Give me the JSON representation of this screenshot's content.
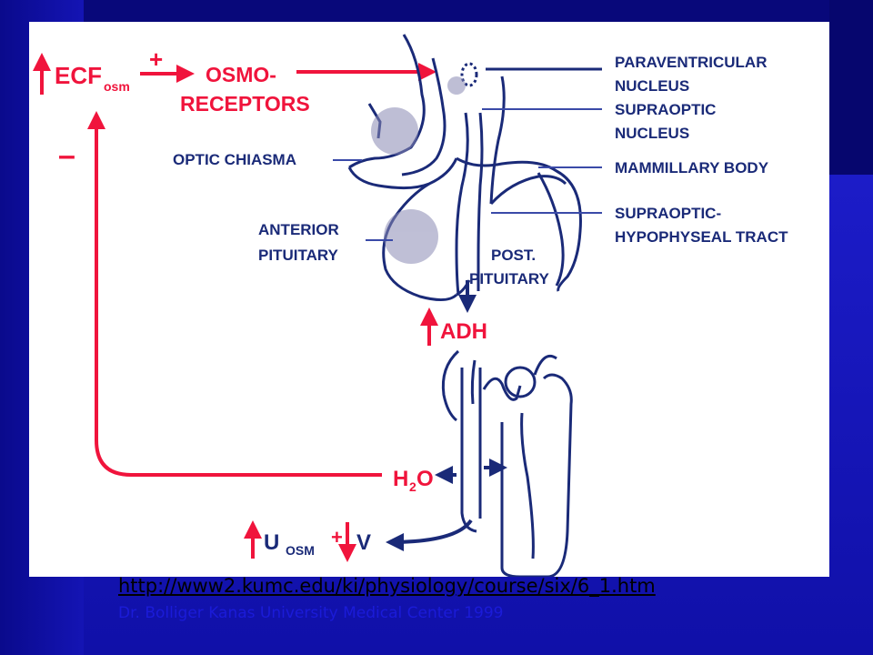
{
  "diagram": {
    "ecf": "ECF",
    "ecf_sub": "osm",
    "plus_sign": "+",
    "minus_sign": "–",
    "osmo_line1": "OSMO-",
    "osmo_line2": "RECEPTORS",
    "optic_chiasma": "OPTIC CHIASMA",
    "anterior_line1": "ANTERIOR",
    "anterior_line2": "PITUITARY",
    "post_line1": "POST.",
    "post_line2": "PITUITARY",
    "paraventricular_line1": "PARAVENTRICULAR",
    "paraventricular_line2": "NUCLEUS",
    "supraoptic_line1": "SUPRAOPTIC",
    "supraoptic_line2": "NUCLEUS",
    "mammillary": "MAMMILLARY BODY",
    "tract_line1": "SUPRAOPTIC-",
    "tract_line2": "HYPOPHYSEAL TRACT",
    "adh": "ADH",
    "h2o_h": "H",
    "h2o_sub": "2",
    "h2o_o": "O",
    "u": "U",
    "u_sub": "OSM",
    "v": "V",
    "colors": {
      "red": "#f0143c",
      "navy": "#1a2a78",
      "blue_line": "#3a4aa8"
    }
  },
  "footer": {
    "url": "http://www2.kumc.edu/ki/physiology/course/six/6_1.htm",
    "credit": "Dr. Bolliger Kanas University Medical Center 1999"
  }
}
